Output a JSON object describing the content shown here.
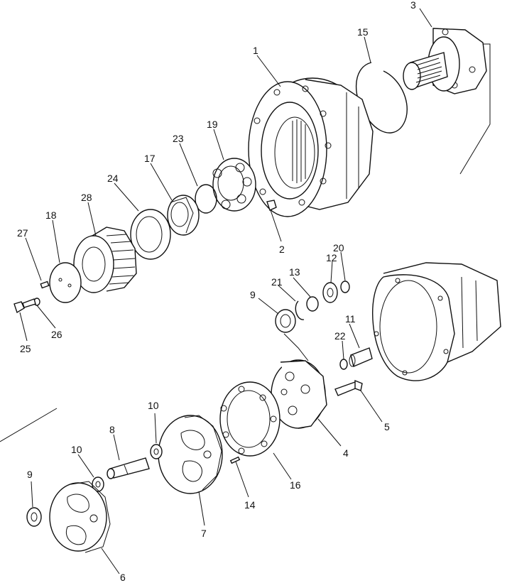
{
  "diagram": {
    "part_labels": {
      "p1": "1",
      "p2": "2",
      "p3": "3",
      "p4": "4",
      "p5": "5",
      "p6": "6",
      "p7": "7",
      "p8": "8",
      "p9a": "9",
      "p9b": "9",
      "p10a": "10",
      "p10b": "10",
      "p11": "11",
      "p12": "12",
      "p13": "13",
      "p14": "14",
      "p15": "15",
      "p16": "16",
      "p17": "17",
      "p18": "18",
      "p19": "19",
      "p20": "20",
      "p21": "21",
      "p22": "22",
      "p23": "23",
      "p24": "24",
      "p25": "25",
      "p26": "26",
      "p27": "27",
      "p28": "28"
    }
  }
}
